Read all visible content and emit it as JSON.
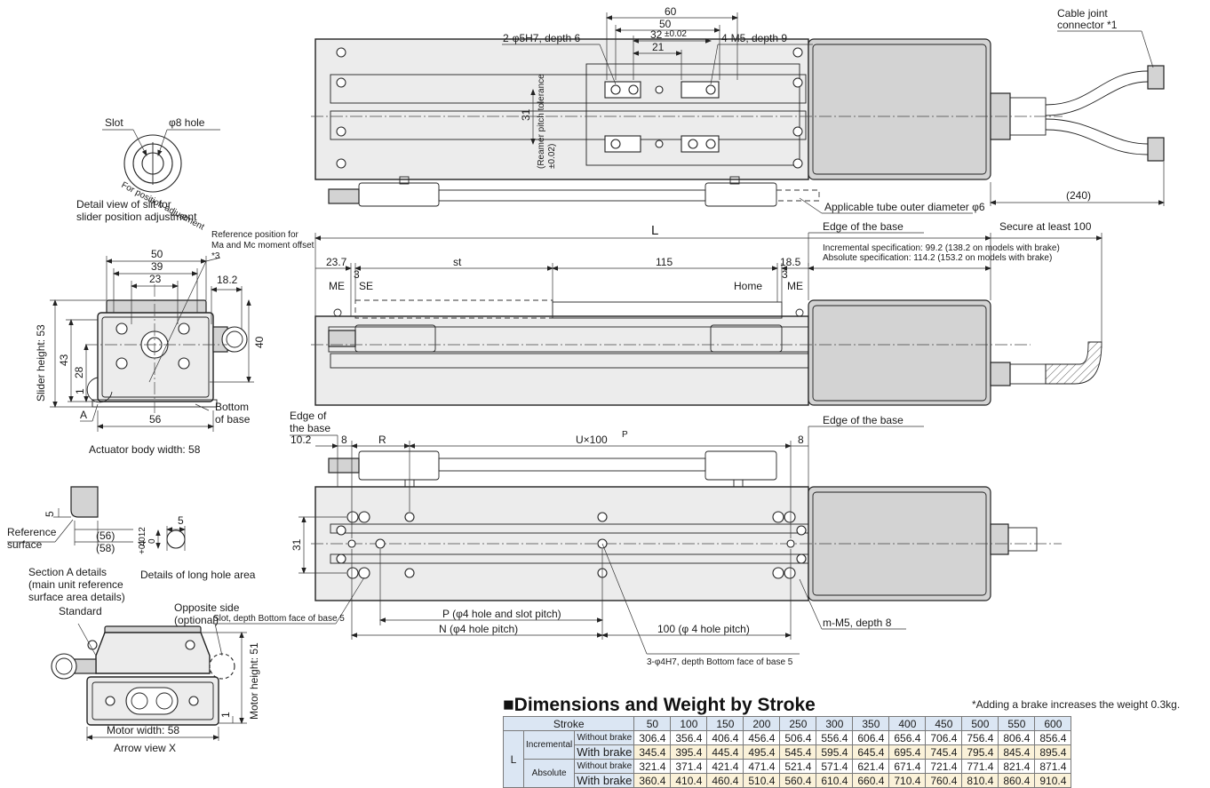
{
  "labels": {
    "cable_joint": "Cable joint",
    "connector": "connector *1",
    "hole_2phi": "2-φ5H7, depth 6",
    "m5_depth9": "4-M5, depth 9",
    "dim_60": "60",
    "dim_50_top": "50",
    "dim_32": "32",
    "tol_32": "±0.02",
    "dim_21": "21",
    "dim_31_top": "31",
    "reamer_1": "(Reamer pitch tolerance",
    "reamer_2": "±0.02)",
    "applicable_tube": "Applicable tube outer diameter φ6",
    "dim_240": "(240)",
    "slot": "Slot",
    "phi8": "φ8 hole",
    "for_pos": "For position adjustment",
    "detail_slit_1": "Detail view of slit for",
    "detail_slit_2": "slider position adjustment",
    "ref_pos_1": "Reference position for",
    "ref_pos_2": "Ma and Mc moment offset",
    "ref_pos_3": "*3",
    "dim_50_side": "50",
    "dim_39": "39",
    "dim_23": "23",
    "dim_18_2": "18.2",
    "slider_height": "Slider height: 53",
    "dim_43": "43",
    "dim_28": "28",
    "dim_1a": "1",
    "dim_40": "40",
    "label_a": "A",
    "bottom_1": "Bottom",
    "bottom_2": "of base",
    "dim_56": "56",
    "actuator_width": "Actuator body width: 58",
    "L": "L",
    "edge_base_1": "Edge of the base",
    "secure_100": "Secure at least 100",
    "incr_spec": "Incremental specification: 99.2 (138.2 on models with brake)",
    "abs_spec": "Absolute specification: 114.2 (153.2 on models with brake)",
    "dim_23_7": "23.7",
    "dim_3a": "3",
    "st": "st",
    "dim_115": "115",
    "dim_18_5": "18.5",
    "dim_3b": "3",
    "me_left": "ME",
    "se": "SE",
    "home": "Home",
    "me_right": "ME",
    "edge_of": "Edge of",
    "the_base": "the base",
    "dim_10_2": "10.2",
    "dim_8a": "8",
    "R": "R",
    "u100": "U×100",
    "u100_p": "P",
    "dim_8b": "8",
    "edge_base_2": "Edge of the base",
    "dim_31_bottom": "31",
    "slot_depth": "Slot, depth Bottom face of base 5",
    "p_pitch": "P (φ4 hole and slot pitch)",
    "n_pitch": "N (φ4 hole pitch)",
    "pitch_100": "100 (φ 4 hole pitch)",
    "h7_depth": "3-φ4H7, depth Bottom face of base 5",
    "m_m5": "m-M5, depth 8",
    "dim_5": "5",
    "dim_56p": "(56)",
    "dim_58p": "(58)",
    "ref_surf_1": "Reference",
    "ref_surf_2": "surface",
    "long_hole_dim": "4",
    "long_hole_tol": "+0.012",
    "long_hole_tol0": "0",
    "dim_5b": "5",
    "section_a_1": "Section A details",
    "section_a_2": "(main unit reference",
    "section_a_3": "surface area details)",
    "long_hole": "Details of long hole area",
    "standard": "Standard",
    "opposite_1": "Opposite side",
    "opposite_2": "(optional)",
    "motor_height": "Motor height: 51",
    "dim_1b": "1",
    "motor_width": "Motor width: 58",
    "arrow_view": "Arrow view X"
  },
  "table": {
    "title": "■Dimensions and Weight by Stroke",
    "note": "*Adding a brake increases the weight 0.3kg.",
    "stroke_label": "Stroke",
    "strokes": [
      "50",
      "100",
      "150",
      "200",
      "250",
      "300",
      "350",
      "400",
      "450",
      "500",
      "550",
      "600"
    ],
    "group_label": "L",
    "incremental": "Incremental",
    "absolute": "Absolute",
    "without_brake": "Without brake",
    "with_brake": "With brake",
    "incr_without": [
      "306.4",
      "356.4",
      "406.4",
      "456.4",
      "506.4",
      "556.4",
      "606.4",
      "656.4",
      "706.4",
      "756.4",
      "806.4",
      "856.4"
    ],
    "incr_with": [
      "345.4",
      "395.4",
      "445.4",
      "495.4",
      "545.4",
      "595.4",
      "645.4",
      "695.4",
      "745.4",
      "795.4",
      "845.4",
      "895.4"
    ],
    "abs_without": [
      "321.4",
      "371.4",
      "421.4",
      "471.4",
      "521.4",
      "571.4",
      "621.4",
      "671.4",
      "721.4",
      "771.4",
      "821.4",
      "871.4"
    ],
    "abs_with": [
      "360.4",
      "410.4",
      "460.4",
      "510.4",
      "560.4",
      "610.4",
      "660.4",
      "710.4",
      "760.4",
      "810.4",
      "860.4",
      "910.4"
    ]
  }
}
